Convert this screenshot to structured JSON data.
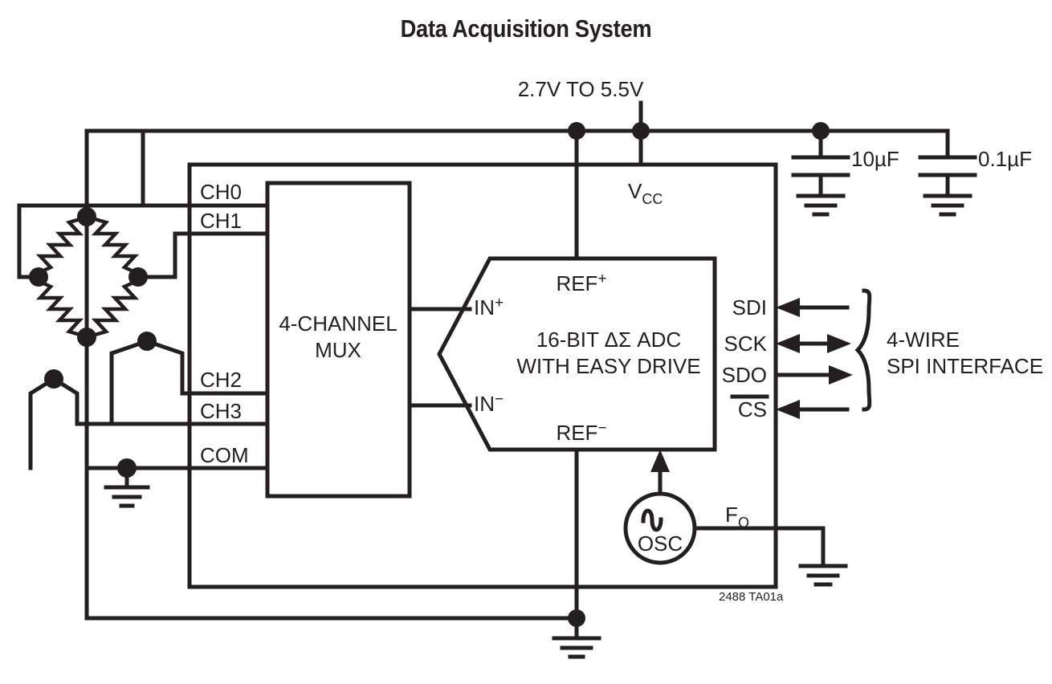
{
  "title": "Data Acquisition System",
  "supply": {
    "label": "2.7V TO 5.5V",
    "vcc_label": "V",
    "vcc_sub": "CC"
  },
  "capacitors": [
    {
      "name": "bulk-capacitor",
      "value": "10µF"
    },
    {
      "name": "bypass-capacitor",
      "value": "0.1µF"
    }
  ],
  "mux": {
    "line1": "4-CHANNEL",
    "line2": "MUX",
    "channels": [
      "CH0",
      "CH1",
      "CH2",
      "CH3",
      "COM"
    ]
  },
  "adc": {
    "line1": "16-BIT ΔΣ ADC",
    "line2": "WITH EASY DRIVE",
    "ref_plus": "REF",
    "ref_plus_sup": "+",
    "ref_minus": "REF",
    "ref_minus_sup": "−",
    "in_plus": "IN",
    "in_plus_sup": "+",
    "in_minus": "IN",
    "in_minus_sup": "−"
  },
  "spi": {
    "pins": [
      {
        "label": "SDI",
        "direction": "in",
        "overbar": false
      },
      {
        "label": "SCK",
        "direction": "bidir",
        "overbar": false
      },
      {
        "label": "SDO",
        "direction": "out",
        "overbar": false
      },
      {
        "label": "CS",
        "direction": "in",
        "overbar": true
      }
    ],
    "group_line1": "4-WIRE",
    "group_line2": "SPI INTERFACE"
  },
  "oscillator": {
    "label": "OSC",
    "symbol": "sine-wave"
  },
  "fo": {
    "label": "F",
    "sub": "O"
  },
  "part_id": "2488 TA01a",
  "colors": {
    "ink": "#231f20",
    "background": "#ffffff"
  }
}
